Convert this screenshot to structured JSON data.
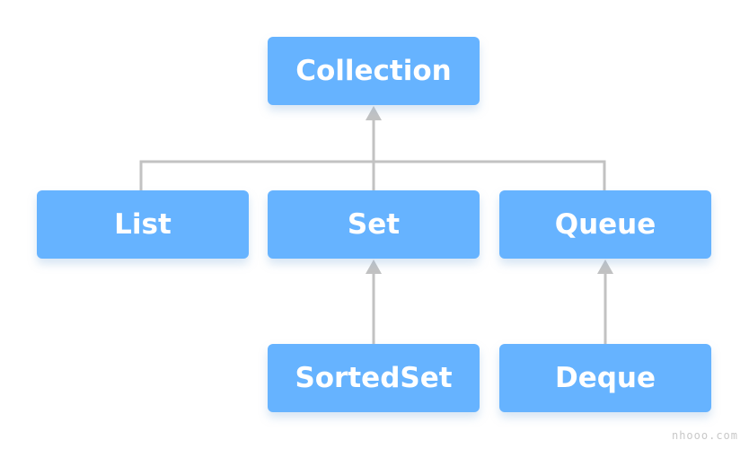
{
  "colors": {
    "node_fill": "#66b3ff",
    "node_text": "#ffffff",
    "connector": "#c2c2c2"
  },
  "nodes": {
    "collection": "Collection",
    "list": "List",
    "set": "Set",
    "queue": "Queue",
    "sortedset": "SortedSet",
    "deque": "Deque"
  },
  "edges": [
    {
      "from": "list",
      "to": "collection"
    },
    {
      "from": "set",
      "to": "collection"
    },
    {
      "from": "queue",
      "to": "collection"
    },
    {
      "from": "sortedset",
      "to": "set"
    },
    {
      "from": "deque",
      "to": "queue"
    }
  ],
  "watermark": "nhooo.com"
}
